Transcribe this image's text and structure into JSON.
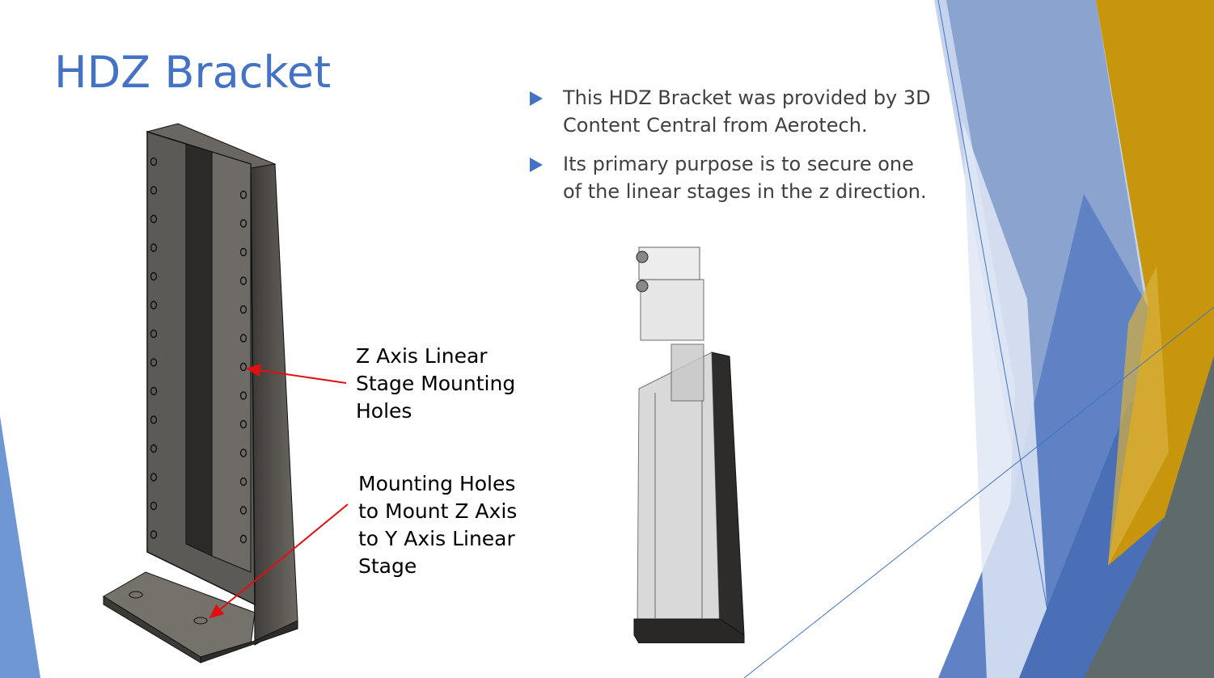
{
  "slide": {
    "title": "HDZ Bracket",
    "bullets": [
      "This HDZ Bracket was provided by 3D Content Central from Aerotech.",
      "Its primary purpose is to secure one of the linear stages in the z direction."
    ],
    "callouts": [
      "Z Axis Linear\nStage Mounting\nHoles",
      "Mounting Holes\nto Mount Z Axis\nto Y Axis Linear\nStage"
    ]
  },
  "colors": {
    "title": "#4472c4",
    "bullet_arrow": "#4472c4",
    "callout_arrow": "#e01010",
    "accent_gold": "#c8960c",
    "accent_gray": "#5f6b6b"
  }
}
